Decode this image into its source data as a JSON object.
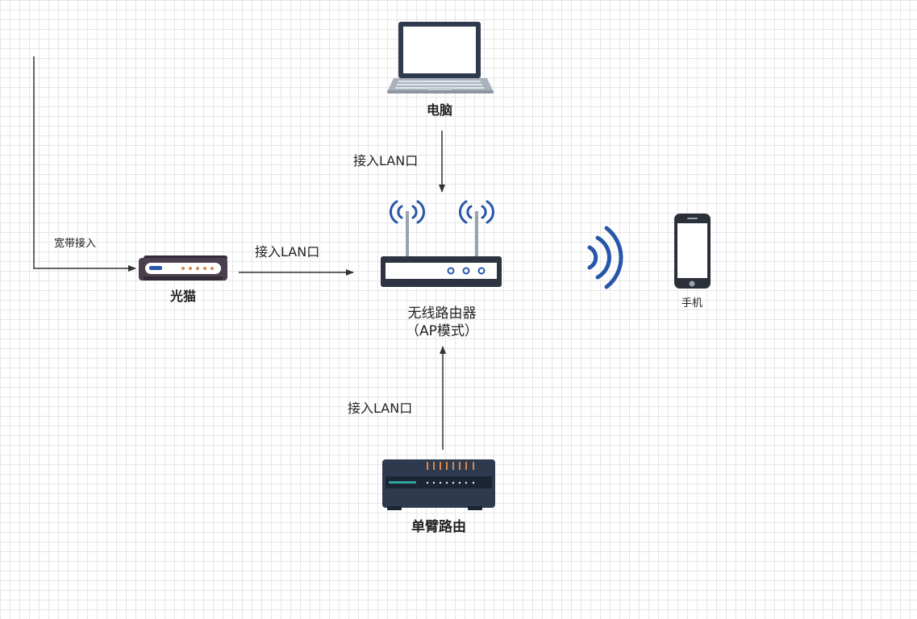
{
  "diagram": {
    "nodes": {
      "laptop": {
        "label": "电脑",
        "icon": "laptop-icon"
      },
      "modem": {
        "label": "光猫",
        "icon": "optical-modem-icon"
      },
      "ap_router": {
        "label_line1": "无线路由器",
        "label_line2": "（AP模式）",
        "icon": "wireless-router-icon"
      },
      "phone": {
        "label": "手机",
        "icon": "smartphone-icon"
      },
      "side_router": {
        "label": "单臂路由",
        "icon": "router-icon"
      }
    },
    "edges": {
      "broadband_in": {
        "label": "宽带接入"
      },
      "modem_to_ap": {
        "label": "接入LAN口"
      },
      "laptop_to_ap": {
        "label": "接入LAN口"
      },
      "side_to_ap": {
        "label": "接入LAN口"
      }
    },
    "colors": {
      "wifi_blue": "#2856a8",
      "device_dark": "#2e3a4d",
      "modem_body": "#4a3f4e",
      "led_orange": "#d9874b",
      "line": "#333333"
    }
  }
}
